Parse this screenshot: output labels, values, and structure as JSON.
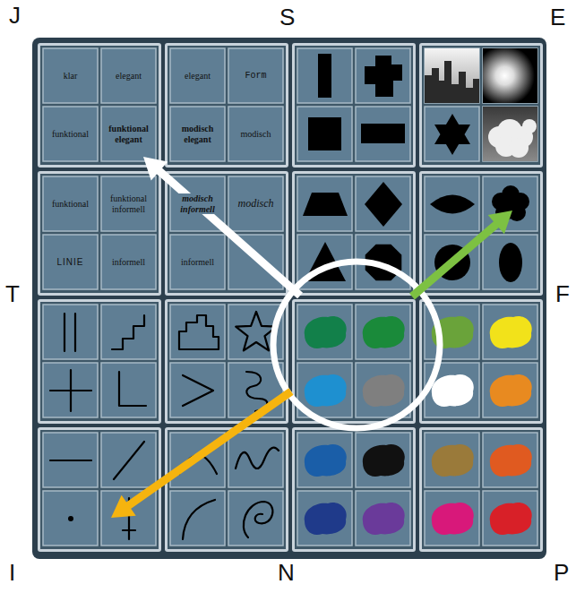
{
  "diagram": {
    "nodes": [
      {
        "text": [
          "klar"
        ]
      },
      {
        "text": [
          "elegant"
        ]
      },
      {
        "text": [
          "elegant"
        ]
      },
      {
        "text": [
          "Form"
        ]
      },
      {
        "text": [
          "funktional"
        ]
      },
      {
        "text": [
          "funktional elegant"
        ]
      },
      {
        "text": [
          "modisch elegant"
        ]
      },
      {
        "text": [
          "modisch"
        ]
      },
      {
        "text": [
          "funktional"
        ]
      },
      {
        "text": [
          "funktional informell"
        ]
      },
      {
        "text": [
          "modisch informell"
        ]
      },
      {
        "text": [
          "modisch"
        ]
      },
      {
        "text": [
          "LINIE"
        ]
      },
      {
        "text": [
          "informell"
        ]
      },
      {
        "text": [
          "informell"
        ]
      }
    ],
    "labels": [
      "J",
      "S",
      "E",
      "T",
      "F",
      "I",
      "N",
      "P"
    ]
  }
}
